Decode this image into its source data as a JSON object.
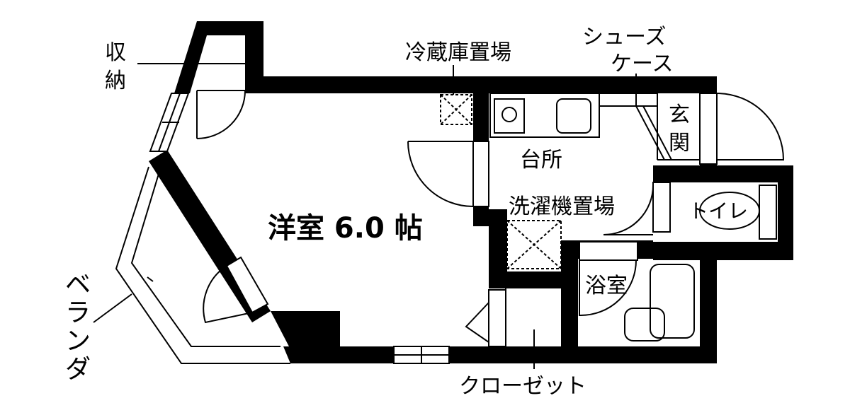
{
  "rooms": {
    "western_room": "洋室 6.0 帖",
    "kitchen": "台所",
    "bathroom": "浴室"
  },
  "fixtures": {
    "storage_line1": "収",
    "storage_line2": "納",
    "fridge_space": "冷蔵庫置場",
    "shoe_case_line1": "シューズ",
    "shoe_case_line2": "ケース",
    "entrance_line1": "玄",
    "entrance_line2": "関",
    "washer_space": "洗濯機置場",
    "toilet": "トイレ",
    "closet": "クローゼット",
    "veranda": [
      "ベ",
      "ラ",
      "ン",
      "ダ"
    ]
  },
  "colors": {
    "wall": "#000000",
    "background": "#ffffff"
  }
}
